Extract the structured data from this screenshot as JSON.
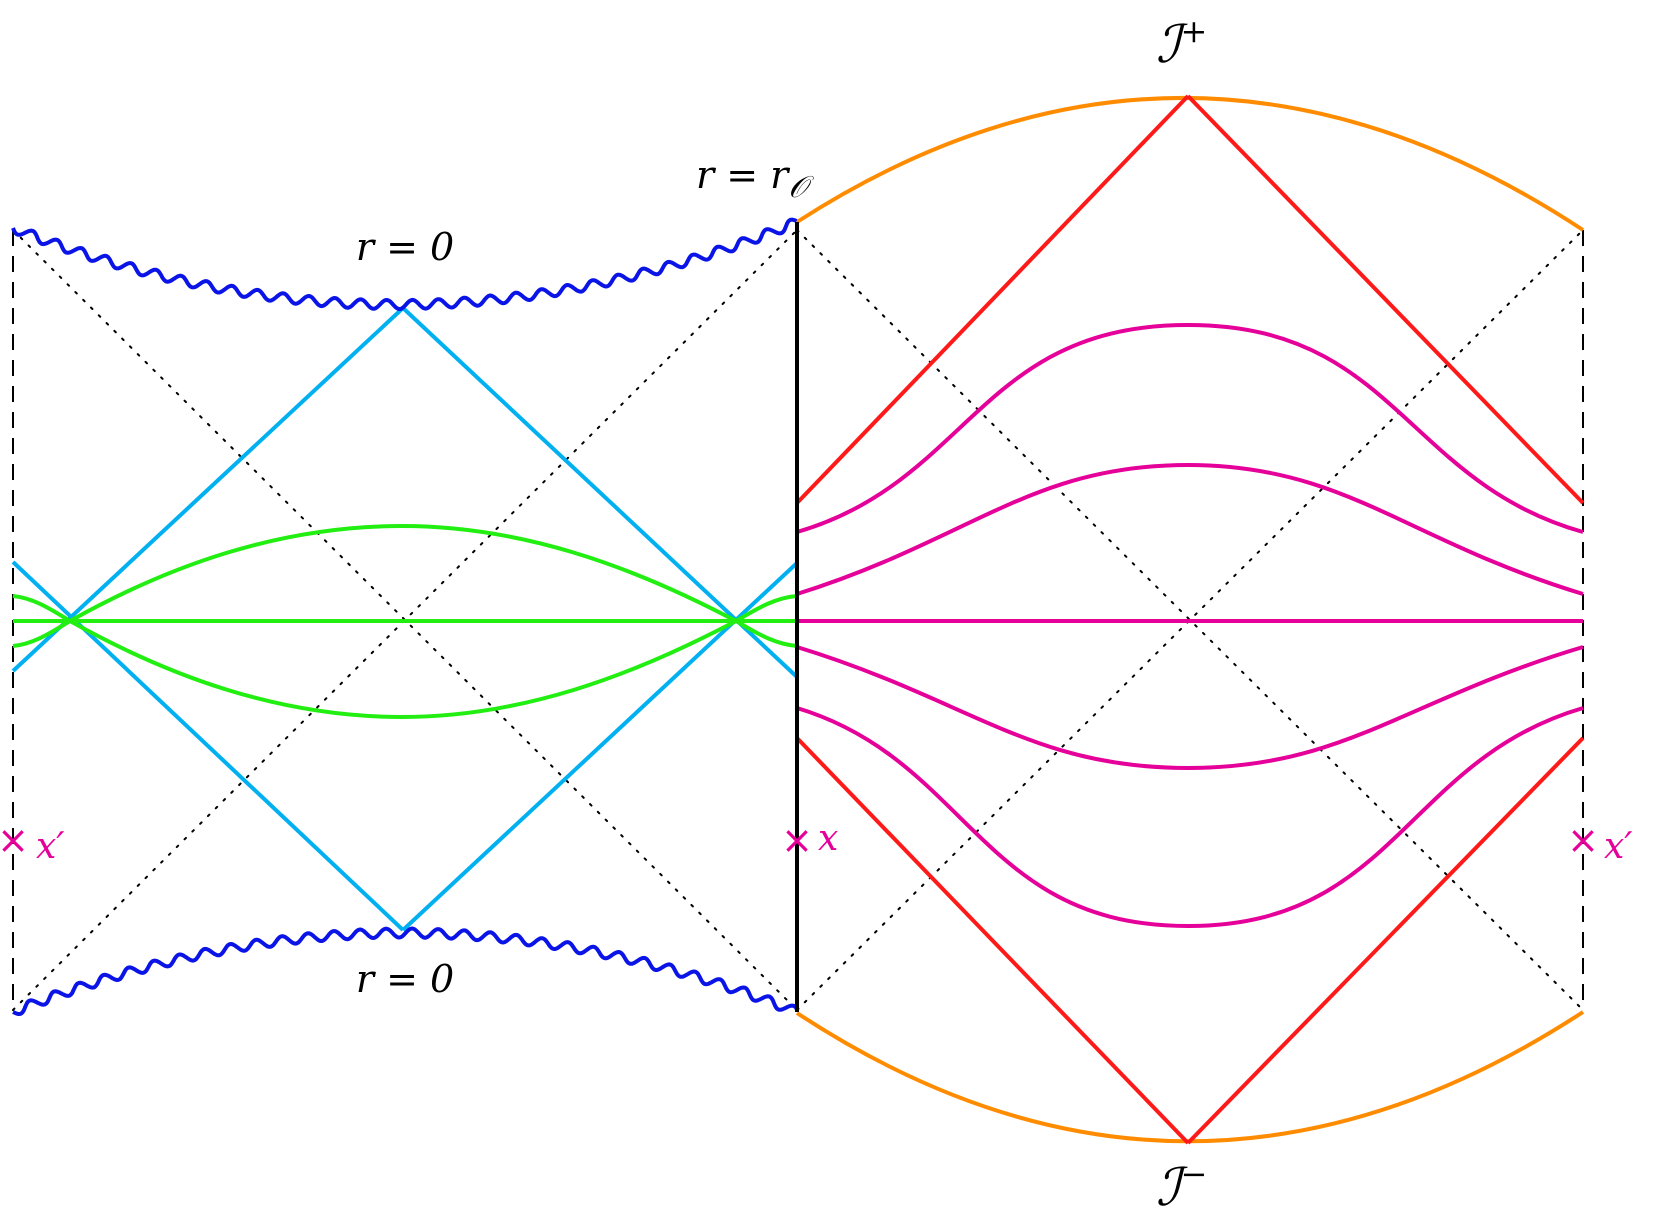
{
  "labels": {
    "r_zero_top": "r = 0",
    "r_zero_bottom": "r = 0",
    "r_O_main": "r = r",
    "r_O_sub": "𝒪",
    "scri_plus_main": "ℐ",
    "scri_plus_sup": "+",
    "scri_minus_main": "ℐ",
    "scri_minus_sup": "−",
    "point_x": "x",
    "point_x_prime_left": "x′",
    "point_x_prime_right": "x′",
    "cross_glyph": "×"
  },
  "colors": {
    "singularity": "#0a14e6",
    "ads_boundary": "#ff8c00",
    "light_rays_left": "#00b0f0",
    "geodesics_left": "#22ee11",
    "light_rays_right": "#ff1a1a",
    "geodesics_right": "#e6009a",
    "interface": "#000000",
    "dotted_horizons": "#000000",
    "dashed_edges": "#000000",
    "points": "#e6009a"
  }
}
